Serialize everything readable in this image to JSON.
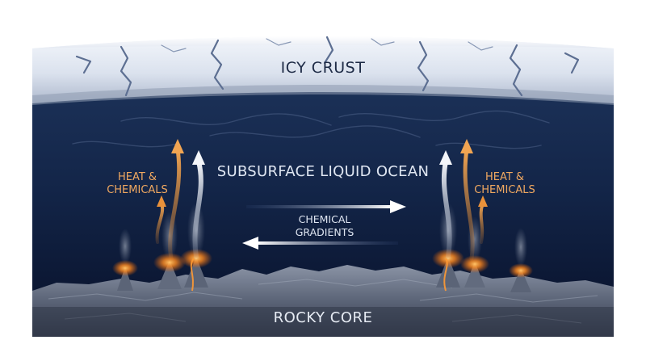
{
  "labels": {
    "icy_crust": "ICY CRUST",
    "ocean": "SUBSURFACE LIQUID OCEAN",
    "gradients_line1": "CHEMICAL",
    "gradients_line2": "GRADIENTS",
    "rocky_core": "ROCKY CORE",
    "heat_left_line1": "HEAT &",
    "heat_left_line2": "CHEMICALS",
    "heat_right_line1": "HEAT &",
    "heat_right_line2": "CHEMICALS"
  },
  "colors": {
    "ice_light": "#e9eef6",
    "ice_mid": "#b8c3d6",
    "ice_crack": "#5d6f92",
    "ocean_top": "#1b3158",
    "ocean_bottom": "#0b1633",
    "rock_light": "#7d8698",
    "rock_dark": "#3a4254",
    "heat_orange": "#e89a3c",
    "vent_glow": "#ff8a1f",
    "label_light": "#dfe6f2",
    "label_dark": "#1d2a45",
    "heat_label": "#f0a860"
  }
}
